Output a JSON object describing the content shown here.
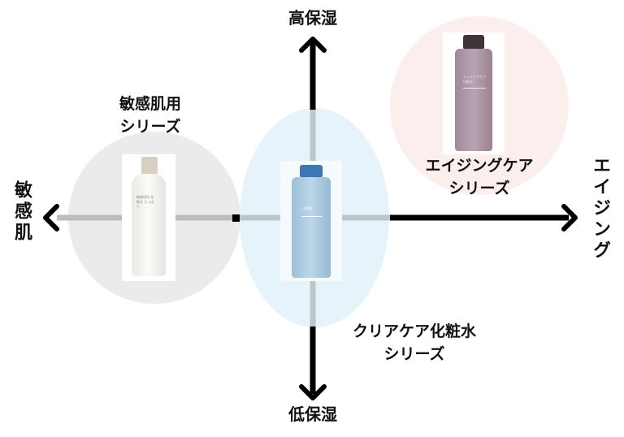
{
  "axes": {
    "top": "高保湿",
    "bottom": "低保湿",
    "left": "敏感肌",
    "right": "エイジング"
  },
  "series": [
    {
      "name_line1": "敏感肌用",
      "name_line2": "シリーズ",
      "bottle_text": "敏感肌用 化粧水 さっぱり",
      "color": "#ebebeb"
    },
    {
      "name_line1": "クリアケア化粧水",
      "name_line2": "シリーズ",
      "bottle_text": "化粧水",
      "color": "#e6f3fa"
    },
    {
      "name_line1": "エイジングケア",
      "name_line2": "シリーズ",
      "bottle_text": "エイジングケア 化粧水",
      "color": "#fdeeee"
    }
  ]
}
